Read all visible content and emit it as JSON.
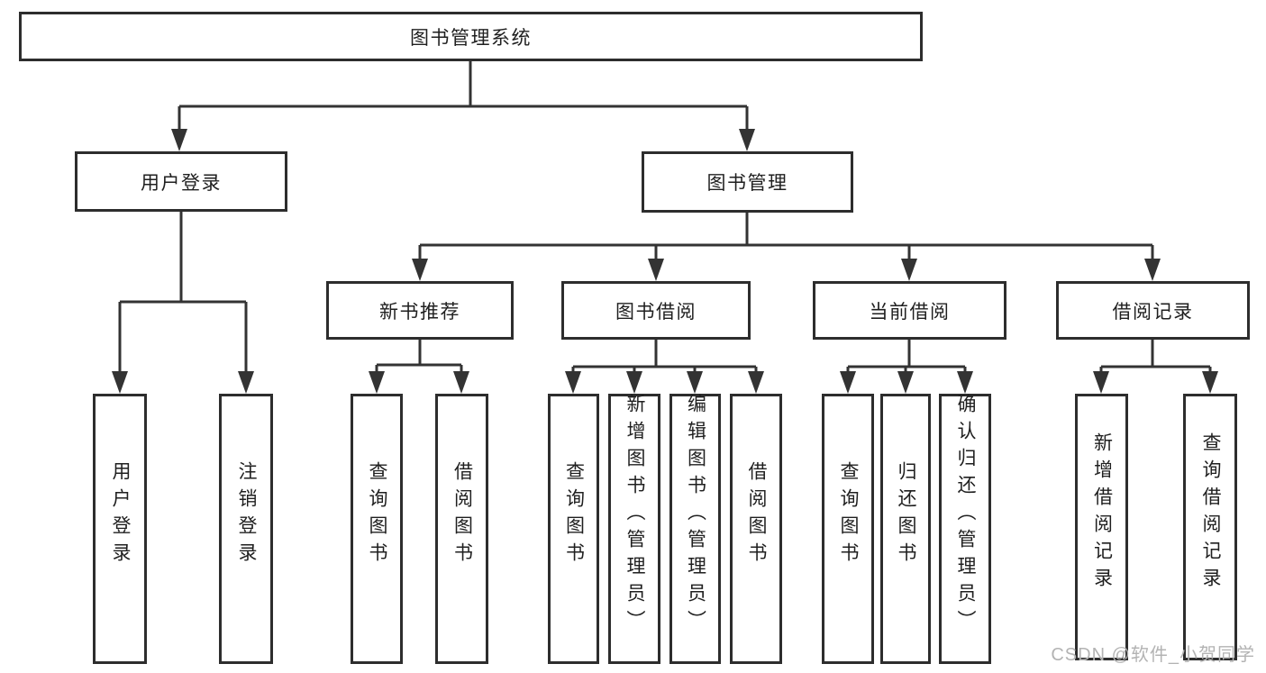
{
  "diagram": {
    "root": {
      "label": "图书管理系统"
    },
    "branches": {
      "user_login": {
        "label": "用户登录"
      },
      "book_management": {
        "label": "图书管理"
      }
    },
    "modules": {
      "new_book_rec": {
        "label": "新书推荐"
      },
      "book_borrow": {
        "label": "图书借阅"
      },
      "current_borrow": {
        "label": "当前借阅"
      },
      "borrow_records": {
        "label": "借阅记录"
      }
    },
    "leaves": {
      "user_login": [
        "用户登录",
        "注销登录"
      ],
      "new_book_rec": [
        "查询图书",
        "借阅图书"
      ],
      "book_borrow": [
        "查询图书",
        "新增图书（管理员）",
        "编辑图书（管理员）",
        "借阅图书"
      ],
      "current_borrow": [
        "查询图书",
        "归还图书",
        "确认归还（管理员）"
      ],
      "borrow_records": [
        "新增借阅记录",
        "查询借阅记录"
      ]
    }
  },
  "watermark": {
    "text": "CSDN @软件_小贺同学"
  },
  "colors": {
    "line": "#333333",
    "border": "#2d2d2d",
    "text": "#1f1f1f",
    "background": "#ffffff",
    "watermark": "#b3b3b3"
  }
}
